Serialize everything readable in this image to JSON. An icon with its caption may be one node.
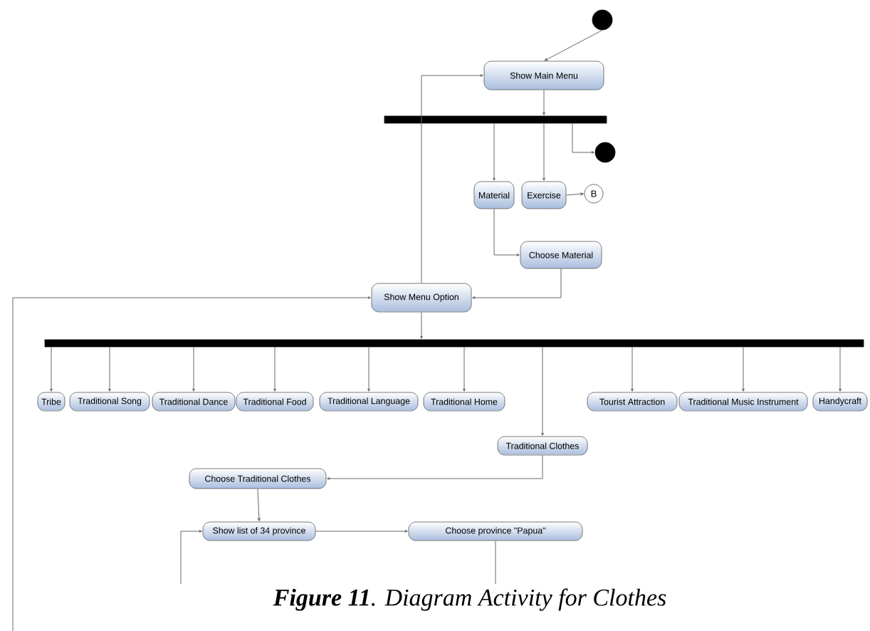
{
  "diagram": {
    "caption": "**Figure 11**. Diagram Activity for Clothes",
    "nodes": [
      {
        "text": [],
        "shape": "circle"
      },
      {
        "text": [
          "Show Main Menu"
        ]
      },
      {
        "text": [],
        "shape": "bar"
      },
      {
        "text": [],
        "shape": "circle"
      },
      {
        "text": [
          "Material"
        ]
      },
      {
        "text": [
          "Exercise"
        ]
      },
      {
        "text": [
          "B"
        ]
      },
      {
        "text": [
          "Choose Material"
        ]
      },
      {
        "text": [
          "Show Menu Option"
        ]
      },
      {
        "text": [],
        "shape": "bar"
      },
      {
        "text": [
          "Tribe"
        ]
      },
      {
        "text": [
          "Traditional Song"
        ]
      },
      {
        "text": [
          "Traditional Dance"
        ]
      },
      {
        "text": [
          "Traditional Food"
        ]
      },
      {
        "text": [
          "Traditional Language"
        ]
      },
      {
        "text": [
          "Traditional Home"
        ]
      },
      {
        "text": [
          "Tourist Attraction"
        ]
      },
      {
        "text": [
          "Traditional Music Instrument"
        ]
      },
      {
        "text": [
          "Handycraft"
        ]
      },
      {
        "text": [
          "Traditional Clothes"
        ]
      },
      {
        "text": [
          "Choose Traditional Clothes"
        ]
      },
      {
        "text": [
          "Show list of 34 province"
        ]
      },
      {
        "text": [
          "Choose province \"Papua\""
        ]
      }
    ],
    "edges": [
      {
        "from": 0,
        "to": 1,
        "arrow": "to"
      },
      {
        "from": 1,
        "to": 2,
        "arrow": "to"
      },
      {
        "from": 2,
        "to": 3,
        "arrow": "to"
      },
      {
        "from": 2,
        "to": 4,
        "arrow": "to"
      },
      {
        "from": 2,
        "to": 5,
        "arrow": "to"
      },
      {
        "from": 5,
        "to": 6,
        "arrow": "to"
      },
      {
        "from": 4,
        "to": 7,
        "arrow": "to"
      },
      {
        "from": 7,
        "to": 8,
        "arrow": "to"
      },
      {
        "from": 8,
        "to": 1,
        "arrow": "to"
      },
      {
        "from": 8,
        "to": 9,
        "arrow": "to"
      },
      {
        "from": 9,
        "to": 10,
        "arrow": "to"
      },
      {
        "from": 9,
        "to": 11,
        "arrow": "to"
      },
      {
        "from": 9,
        "to": 12,
        "arrow": "to"
      },
      {
        "from": 9,
        "to": 13,
        "arrow": "to"
      },
      {
        "from": 9,
        "to": 14,
        "arrow": "to"
      },
      {
        "from": 9,
        "to": 15,
        "arrow": "to"
      },
      {
        "from": 9,
        "to": 16,
        "arrow": "to"
      },
      {
        "from": 9,
        "to": 17,
        "arrow": "to"
      },
      {
        "from": 9,
        "to": 18,
        "arrow": "to"
      },
      {
        "from": 9,
        "to": 19,
        "arrow": "to"
      },
      {
        "from": 19,
        "to": 20,
        "arrow": "to"
      },
      {
        "from": 20,
        "to": 21,
        "arrow": "to"
      },
      {
        "from": 21,
        "to": 22,
        "arrow": "to"
      },
      {
        "from": null,
        "to": 8,
        "arrow": "to"
      },
      {
        "from": null,
        "to": 21,
        "arrow": "to"
      },
      {
        "from": 22,
        "to": null,
        "arrow": "none"
      }
    ]
  }
}
